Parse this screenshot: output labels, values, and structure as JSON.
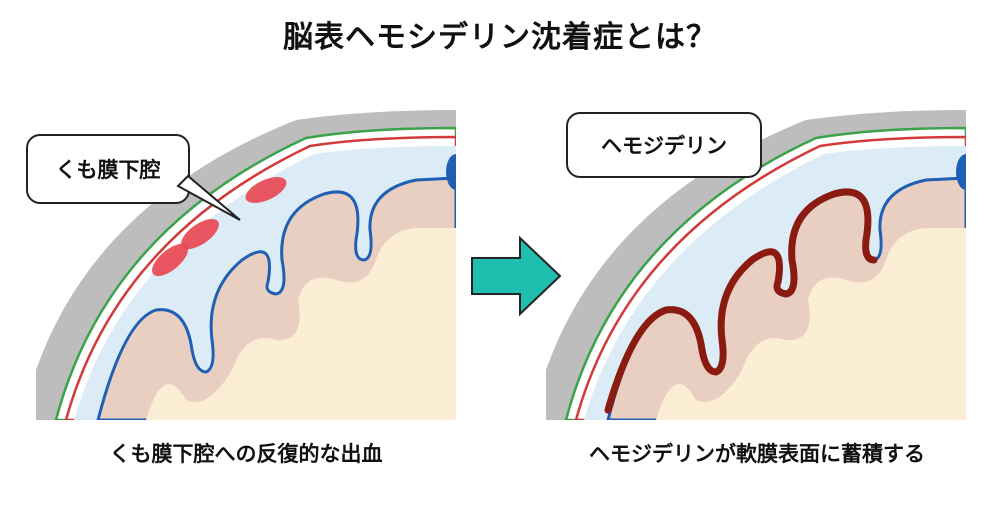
{
  "title": "脳表ヘモシデリン沈着症とは？",
  "left_panel": {
    "callout": "くも膜下腔",
    "caption": "くも膜下腔への反復的な出血"
  },
  "right_panel": {
    "callout": "ヘモジデリン",
    "caption": "ヘモジデリンが軟膜表面に蓄積する"
  },
  "colors": {
    "skull": "#bdbdbd",
    "dura_green": "#3aa34a",
    "arachnoid_red": "#d23a3a",
    "csf_space": "#dcecf7",
    "pia_blue": "#1f5fb4",
    "gray_matter": "#e9cfc2",
    "white_matter": "#fbeed5",
    "blood": "#e8454f",
    "hemosiderin": "#8b1a10",
    "arrow": "#1fbfb0"
  }
}
